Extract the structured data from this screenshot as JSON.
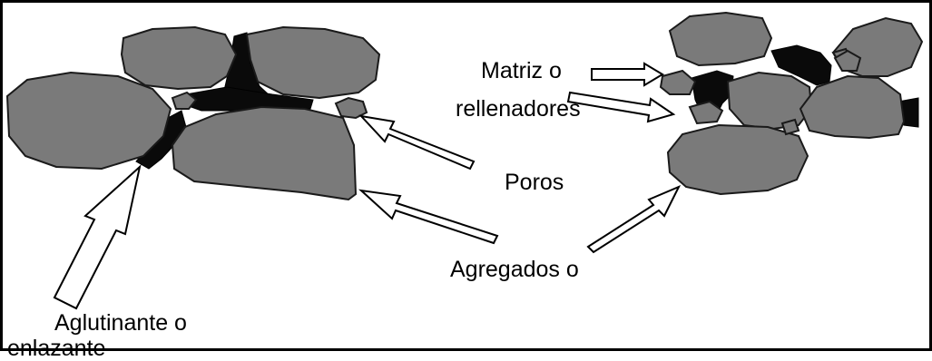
{
  "labels": {
    "matriz_line1": "Matriz o",
    "matriz_line2": "rellenadores",
    "poros": "Poros",
    "agregados": "Agregados o",
    "aglutinante_line1": "Aglutinante o",
    "aglutinante_line2": "enlazante"
  },
  "colors": {
    "aggregate_fill": "#7a7a7a",
    "binder_fill": "#0a0a0a",
    "arrow_fill": "#ffffff",
    "border": "#000000"
  }
}
